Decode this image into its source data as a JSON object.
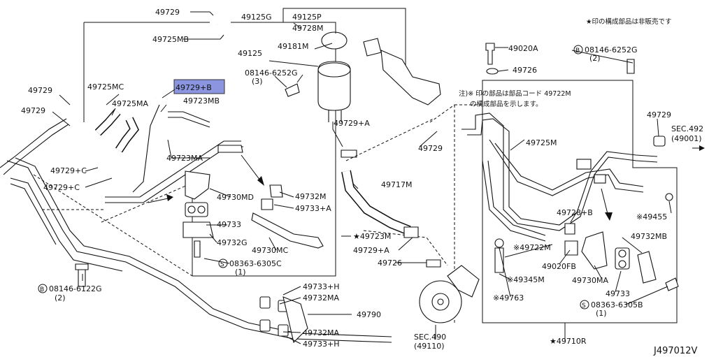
{
  "diagram_code": "J497012V",
  "notes": {
    "not_sold": "★印の構成部品は非販売です",
    "star_note_line1": "注)※ 印の部品は部品コード 49722M",
    "star_note_line2": "の構成部品を示します。"
  },
  "callouts": [
    "49729",
    "49725MB",
    "49125G",
    "49125P",
    "49728M",
    "49125",
    "49181M",
    "08146-6252G",
    "(3)",
    "49729+B",
    "49725MC",
    "49725MA",
    "49723MB",
    "49729",
    "49729",
    "49729+C",
    "49729+C",
    "49723MA",
    "49730MD",
    "49732M",
    "49733+A",
    "49733",
    "49732G",
    "49730MC",
    "08363-6305C",
    "(1)",
    "08146-6122G",
    "(2)",
    "49733+H",
    "49732MA",
    "49790",
    "49732MA",
    "49733+H",
    "49729+A",
    "49717M",
    "49729",
    "★49723M",
    "49729+A",
    "49726",
    "SEC.490",
    "(49110)",
    "49020A",
    "49726",
    "08146-6252G",
    "(2)",
    "49725M",
    "49729",
    "SEC.492",
    "(49001)",
    "※49455",
    "49728+B",
    "※49722M",
    "49020FB",
    "49730MA",
    "49732MB",
    "※49345M",
    "※49763",
    "49733",
    "08363-6305B",
    "(1)",
    "★49710R"
  ],
  "highlight": {
    "color": "#8c96e0",
    "callout_index": 9
  }
}
